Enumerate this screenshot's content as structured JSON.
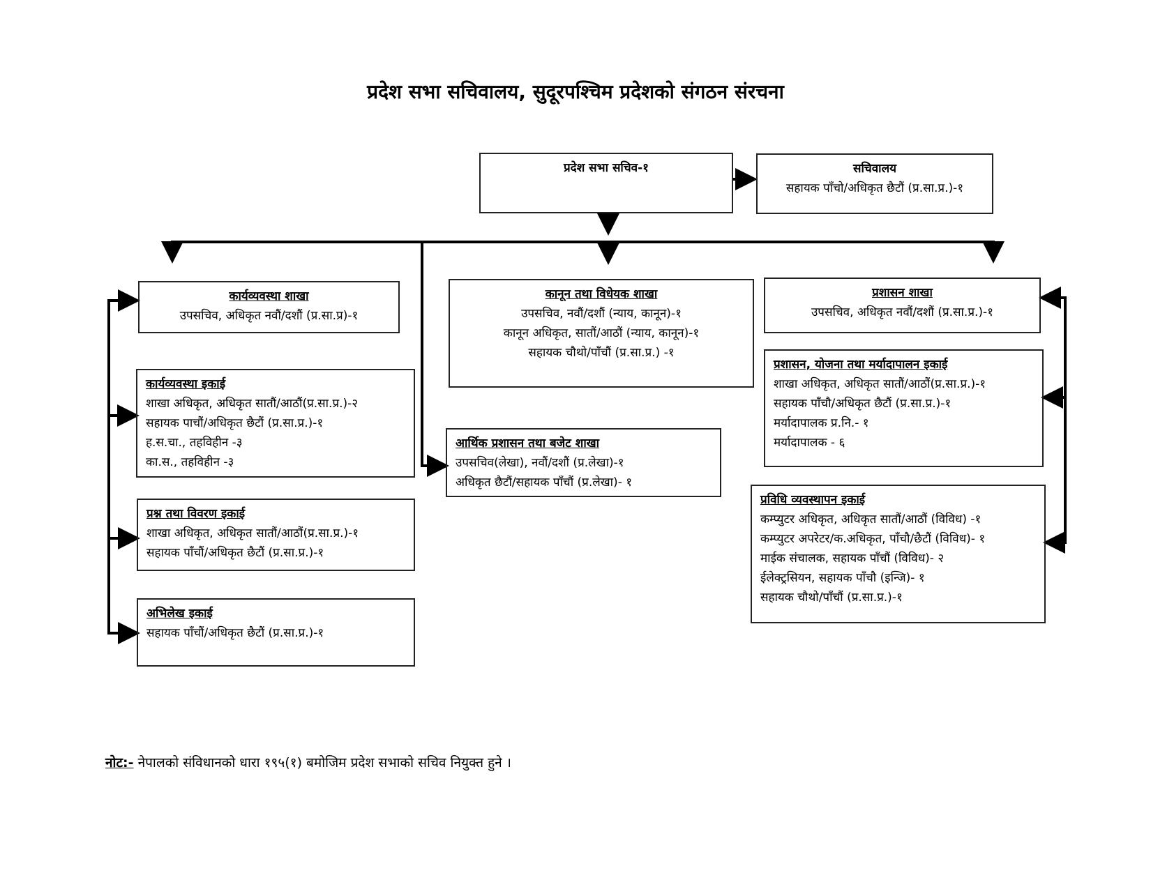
{
  "title": "प्रदेश सभा सचिवालय, सुदूरपश्चिम प्रदेशको संगठन संरचना",
  "secretary": {
    "heading": "प्रदेश सभा सचिव-१"
  },
  "secretariat": {
    "heading": "सचिवालय",
    "lines": [
      "सहायक पाँचो/अधिकृत छैटौं (प्र.सा.प्र.)-१"
    ]
  },
  "karyavyavastha_shakha": {
    "heading": "कार्यव्यवस्था शाखा",
    "lines": [
      "उपसचिव, अधिकृत नवौं/दशौं (प्र.सा.प्र)-१"
    ]
  },
  "karyavyavastha_ikai": {
    "heading": "कार्यव्यवस्था इकाई",
    "lines": [
      "शाखा अधिकृत, अधिकृत सातौं/आठौं(प्र.सा.प्र.)-२",
      "सहायक पाचौं/अधिकृत छैटौं (प्र.सा.प्र.)-१",
      "ह.स.चा., तहविहीन -३",
      "का.स., तहविहीन -३"
    ]
  },
  "prashna_ikai": {
    "heading": "प्रश्न तथा विवरण इकाई",
    "lines": [
      "शाखा अधिकृत, अधिकृत सातौं/आठौं(प्र.सा.प्र.)-१",
      "सहायक पाँचौं/अधिकृत छैटौं (प्र.सा.प्र.)-१"
    ]
  },
  "abhilekh_ikai": {
    "heading": "अभिलेख इकाई",
    "lines": [
      "सहायक पाँचौं/अधिकृत छैटौं (प्र.सा.प्र.)-१"
    ]
  },
  "kanun_shakha": {
    "heading": "कानून तथा विधेयक शाखा",
    "lines": [
      "उपसचिव, नवौं/दशौं (न्याय, कानून)-१",
      "कानून अधिकृत, सातौं/आठौं (न्याय, कानून)-१",
      "सहायक चौथो/पाँचौं (प्र.सा.प्र.) -१"
    ]
  },
  "arthik_shakha": {
    "heading": "आर्थिक प्रशासन तथा बजेट शाखा",
    "lines": [
      "उपसचिव(लेखा), नवौं/दशौं (प्र.लेखा)-१",
      "अधिकृत छैटौं/सहायक पाँचौं (प्र.लेखा)- १"
    ]
  },
  "prashasan_shakha": {
    "heading": "प्रशासन शाखा",
    "lines": [
      "उपसचिव, अधिकृत नवौं/दशौं (प्र.सा.प्र.)-१"
    ]
  },
  "prashasan_ikai": {
    "heading": "प्रशासन, योजना तथा मर्यादापालन इकाई",
    "lines": [
      "शाखा अधिकृत, अधिकृत सातौं/आठौं(प्र.सा.प्र.)-१",
      "सहायक पाँचौ/अधिकृत छैटौं (प्र.सा.प्र.)-१",
      "मर्यादापालक प्र.नि.- १",
      "मर्यादापालक - ६"
    ]
  },
  "prabidhi_ikai": {
    "heading": "प्रविधि व्यवस्थापन इकाई",
    "lines": [
      "कम्प्युटर अधिकृत, अधिकृत सातौं/आठौं (विविध) -१",
      "कम्प्युटर अपरेटर/क.अधिकृत, पाँचौ/छैटौं (विविध)- १",
      "माईक संचालक, सहायक पाँचौं (विविध)- २",
      "ईलेक्ट्रसियन, सहायक पाँचौ (इन्जि)- १",
      "सहायक चौथो/पाँचौं (प्र.सा.प्र.)-१"
    ]
  },
  "note": {
    "label": "नोट:-",
    "text": " नेपालको संविधानको धारा १९५(१) बमोजिम प्रदेश सभाको सचिव नियुक्त हुने ।"
  }
}
